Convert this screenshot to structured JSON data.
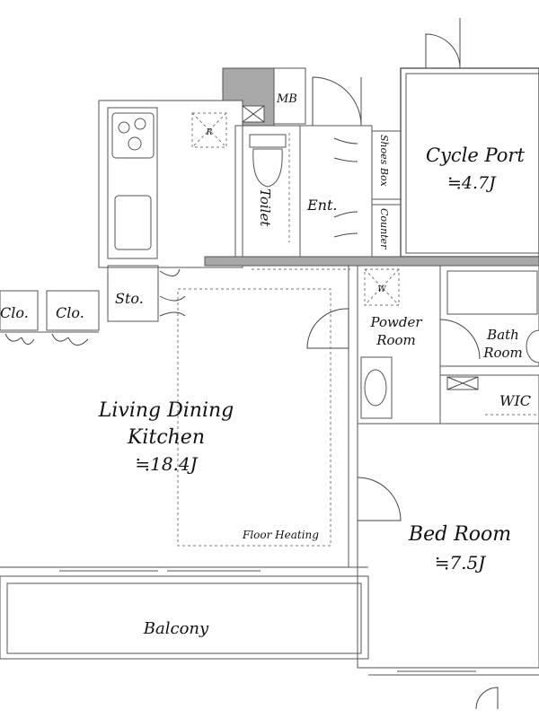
{
  "rooms": {
    "cycle_port": {
      "name": "Cycle Port",
      "area": "≒4.7J"
    },
    "mb": "MB",
    "shoes_box": "Shoes Box",
    "counter": "Counter",
    "toilet": "Toilet",
    "entrance": "Ent.",
    "storage": "Sto.",
    "closet_1": "Clo.",
    "closet_2": "Clo.",
    "ldk": {
      "name_line1": "Living Dining",
      "name_line2": "Kitchen",
      "area": "≒18.4J"
    },
    "floor_heating": "Floor Heating",
    "powder_room": {
      "line1": "Powder",
      "line2": "Room"
    },
    "bath_room": {
      "line1": "Bath",
      "line2": "Room"
    },
    "wic": "WIC",
    "bed_room": {
      "name": "Bed Room",
      "area": "≒7.5J"
    },
    "balcony": "Balcony"
  },
  "fixtures": {
    "refrigerator_mark": "R",
    "washer_mark": "W"
  }
}
